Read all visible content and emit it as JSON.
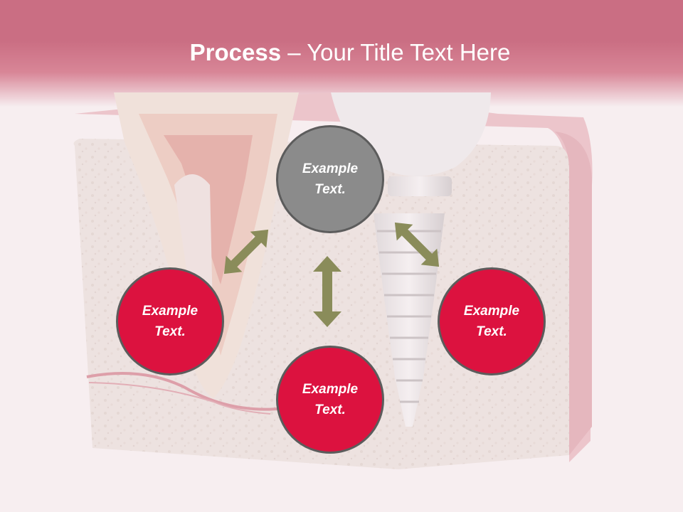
{
  "slide": {
    "title_bold": "Process",
    "title_rest": " – Your Title Text Here"
  },
  "nodes": [
    {
      "id": "top",
      "label": "Example\nText.",
      "fill": "#8b8b8b"
    },
    {
      "id": "left",
      "label": "Example\nText.",
      "fill": "#dc123f"
    },
    {
      "id": "bottom",
      "label": "Example\nText.",
      "fill": "#dc123f"
    },
    {
      "id": "right",
      "label": "Example\nText.",
      "fill": "#dc123f"
    }
  ],
  "colors": {
    "header": "#a6062a",
    "node_red": "#dc123f",
    "node_gray": "#8b8b8b",
    "arrow": "#8a8c5a",
    "background": "#f7eef0"
  },
  "background_image": "dental-implant-cross-section"
}
